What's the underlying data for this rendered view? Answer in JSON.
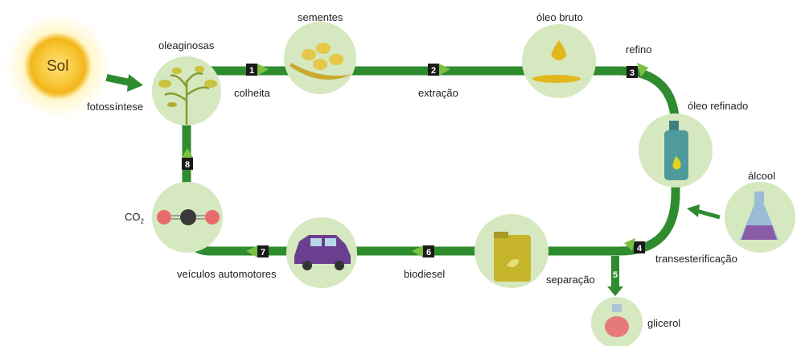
{
  "sun": {
    "label": "Sol"
  },
  "photosynthesis": {
    "label": "fotossíntese"
  },
  "nodes": {
    "oilseeds": "oleaginosas",
    "seeds": "sementes",
    "crude_oil": "óleo bruto",
    "refined_oil": "óleo refinado",
    "alcohol": "álcool",
    "glycerol": "glicerol",
    "vehicles": "veículos automotores",
    "co2": "CO",
    "co2_sub": "2"
  },
  "steps": [
    {
      "num": "1",
      "label": "colheita"
    },
    {
      "num": "2",
      "label": "extração"
    },
    {
      "num": "3",
      "label": "refino"
    },
    {
      "num": "4",
      "label": "transesterificação"
    },
    {
      "num": "5",
      "label": "separação"
    },
    {
      "num": "6",
      "label": "biodiesel"
    },
    {
      "num": "7",
      "label": ""
    },
    {
      "num": "8",
      "label": ""
    }
  ],
  "colors": {
    "loop": "#2e8b2e",
    "node_bg": "#d5e8c0",
    "sun": "#f4c430",
    "chevron": "#7bc043",
    "badge": "#1a1a1a"
  }
}
